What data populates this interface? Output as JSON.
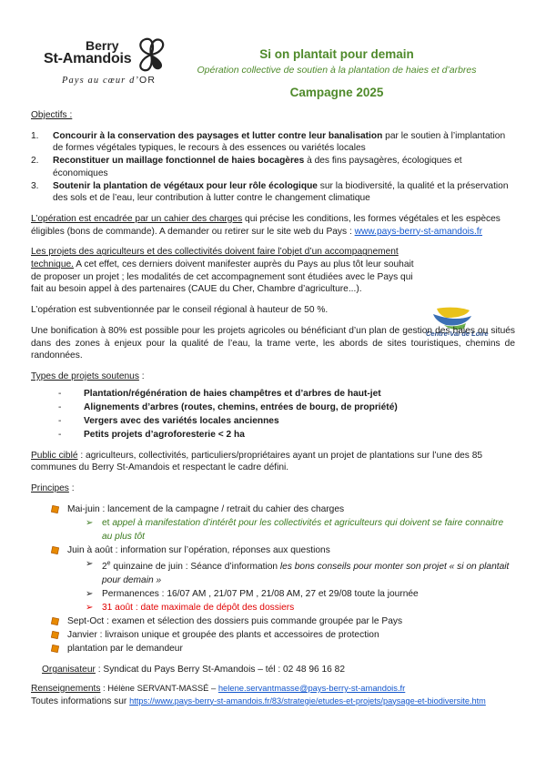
{
  "logo": {
    "line1": "Berry",
    "line2": "St-Amandois",
    "tagline_prefix": "Pays au cœur d’",
    "tagline_or": "OR"
  },
  "header": {
    "title": "Si on plantait pour demain",
    "subtitle": "Opération collective de soutien à la plantation de haies et d’arbres",
    "campaign": "Campagne 2025"
  },
  "objectifs": {
    "heading": "Objectifs :",
    "items": [
      {
        "num": "1.",
        "bold": "Concourir à la conservation des paysages et lutter contre leur banalisation",
        "rest": " par le soutien à l’implantation de formes végétales typiques, le recours à des essences ou variétés locales"
      },
      {
        "num": "2.",
        "bold": "Reconstituer un maillage fonctionnel de haies bocagères",
        "rest": " à des fins paysagères, écologiques et économiques"
      },
      {
        "num": "3.",
        "bold": "Soutenir la plantation de végétaux pour leur rôle écologique",
        "rest": " sur la biodiversité, la qualité et la préservation des sols et de l’eau, leur contribution à lutter contre le changement climatique"
      }
    ]
  },
  "cahier": {
    "underlined": "L’opération est encadrée par un cahier des charges",
    "rest": " qui précise les conditions, les formes végétales et les espèces éligibles (bons de commande). A demander ou retirer sur le site web du Pays : ",
    "link": "www.pays-berry-st-amandois.fr"
  },
  "accompagnement": {
    "underlined": "Les projets des agriculteurs et des collectivités doivent faire l’objet d’un accompagnement technique.",
    "rest": " A cet effet, ces derniers doivent manifester auprès du Pays au plus tôt leur souhait de proposer un projet ; les modalités de cet accompagnement sont étudiées avec le Pays qui fait au besoin appel à des partenaires (CAUE du Cher, Chambre d’agriculture...)."
  },
  "subvention": "L’opération est subventionnée par le conseil régional à hauteur de 50 %.",
  "bonification": "Une bonification à 80% est possible pour les projets agricoles ou bénéficiant d’un plan de gestion des haies ou situés dans des zones à enjeux pour la qualité de l’eau, la trame verte, les abords de sites touristiques, chemins de randonnées.",
  "region_logo": {
    "text": "Centre-Val de Loire"
  },
  "types": {
    "heading": "Types de projets soutenus",
    "colon": " :",
    "items": [
      "Plantation/régénération de haies champêtres et d’arbres de haut-jet",
      "Alignements d’arbres (routes, chemins, entrées de bourg, de propriété)",
      "Vergers avec des variétés locales anciennes",
      "Petits projets d’agroforesterie < 2 ha"
    ]
  },
  "public": {
    "label": "Public ciblé",
    "rest": " : agriculteurs, collectivités, particuliers/propriétaires ayant un projet de plantations sur l’une des 85 communes du Berry St-Amandois et respectant le cadre défini."
  },
  "principes": {
    "heading": "Principes",
    "colon": " :",
    "p1": "Mai-juin : lancement de la campagne / retrait du cahier des charges",
    "p1a_plain": "et ",
    "p1a_italic": "appel à manifestation d’intérêt pour les collectivités et agriculteurs qui doivent se faire connaitre au plus tôt",
    "p2": "Juin à août : information sur l’opération, réponses aux questions",
    "p2a_num": "2",
    "p2a_sup": "e",
    "p2a_plain": " quinzaine de juin : Séance d’information ",
    "p2a_italic": "les bons conseils pour monter son projet « si on plantait pour demain »",
    "p2b": "Permanences : 16/07 AM , 21/07 PM , 21/08 AM, 27 et 29/08 toute la journée",
    "p2c": "31 août : date maximale de dépôt des dossiers",
    "p3": "Sept-Oct : examen et sélection des dossiers puis commande groupée par le Pays",
    "p4": "Janvier : livraison unique et groupée des plants et accessoires de protection",
    "p5": "plantation par le demandeur"
  },
  "organisateur": {
    "label": "Organisateur",
    "rest": " : Syndicat du Pays Berry St-Amandois – tél : 02 48 96 16 82"
  },
  "renseignements": {
    "label": "Renseignements",
    "name": " : Hélène SERVANT-MASSÉ – ",
    "email": "helene.servantmasse@pays-berry-st-amandois.fr",
    "info_prefix": "Toutes informations sur ",
    "info_link": "https://www.pays-berry-st-amandois.fr/83/strategie/etudes-et-projets/paysage-et-biodiversite.htm"
  },
  "colors": {
    "accent_green": "#4f8a2b",
    "link_blue": "#1155cc",
    "deadline_red": "#e00000",
    "bullet_orange": "#e88a00"
  }
}
